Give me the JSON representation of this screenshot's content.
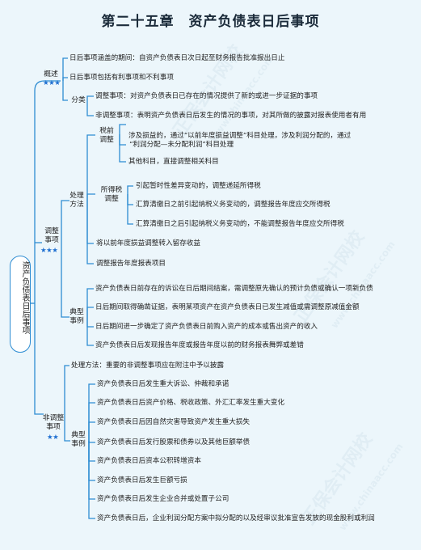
{
  "title": "第二十五章　资产负债表日后事项",
  "root": "资产负债表日后事项",
  "stars": {
    "three": "★★★",
    "two": "★★"
  },
  "watermark": [
    "正保会计网校",
    "www.chinaacc.com"
  ],
  "overview": {
    "label": "概述",
    "items": [
      "日后事项涵盖的期间：自资产负债表日次日起至财务报告批准报出日止",
      "日后事项包括有利事项和不利事项"
    ],
    "classify": {
      "label": "分类",
      "items": [
        "调整事项：对资产负债表日已存在的情况提供了新的或进一步证据的事项",
        "非调整事项：表明资产负债表日后发生的情况的事项，对其所做的披露对报表使用者有用"
      ]
    }
  },
  "adjusting": {
    "label_lines": [
      "调整",
      "事项"
    ],
    "method": {
      "label_lines": [
        "处理",
        "方法"
      ],
      "pretax": {
        "label_lines": [
          "税前",
          "调整"
        ],
        "items": [
          "涉及损益的，通过“以前年度损益调整”科目处理，涉及利润分配的，通过",
          "“利润分配—未分配利润”科目处理",
          "其他科目，直接调整相关科目"
        ]
      },
      "incometax": {
        "label_lines": [
          "所得税",
          "调整"
        ],
        "items": [
          "引起暂时性差异变动的，调整递延所得税",
          "汇算清缴日之前引起纳税义务变动的，调整报告年度应交所得税",
          "汇算清缴日之后引起纳税义务变动的，不能调整报告年度应交所得税"
        ]
      },
      "extra": [
        "将以前年度损益调整转入留存收益",
        "调整报告年度报表项目"
      ]
    },
    "examples": {
      "label_lines": [
        "典型",
        "事例"
      ],
      "items": [
        "资产负债表日前存在的诉讼在日后期间结案，需调整原先确认的预计负债或确认一项新负债",
        "日后期间取得确凿证据，表明某项资产在资产负债表日已发生减值或需调整原减值金额",
        "日后期间进一步确定了资产负债表日前购入资产的成本或售出资产的收入",
        "资产负债表日后发现报告年度或报告年度以前的财务报表舞弊或差错"
      ]
    }
  },
  "nonadjusting": {
    "label_lines": [
      "非调整",
      "事项"
    ],
    "method": "处理方法：重要的非调整事项应在附注中予以披露",
    "examples": {
      "label_lines": [
        "典型",
        "事例"
      ],
      "items": [
        "资产负债表日后发生重大诉讼、仲裁和承诺",
        "资产负债表日后资产价格、税收政策、外汇汇率发生重大变化",
        "资产负债表日后因自然灾害导致资产发生重大损失",
        "资产负债表日后发行股票和债券以及其他巨额举债",
        "资产负债表日后资本公积转增资本",
        "资产负债表日后发生巨额亏损",
        "资产负债表日后发生企业合并或处置子公司",
        "资产负债表日后，企业利润分配方案中拟分配的以及经审议批准宣告发放的现金股利或利润"
      ]
    }
  }
}
